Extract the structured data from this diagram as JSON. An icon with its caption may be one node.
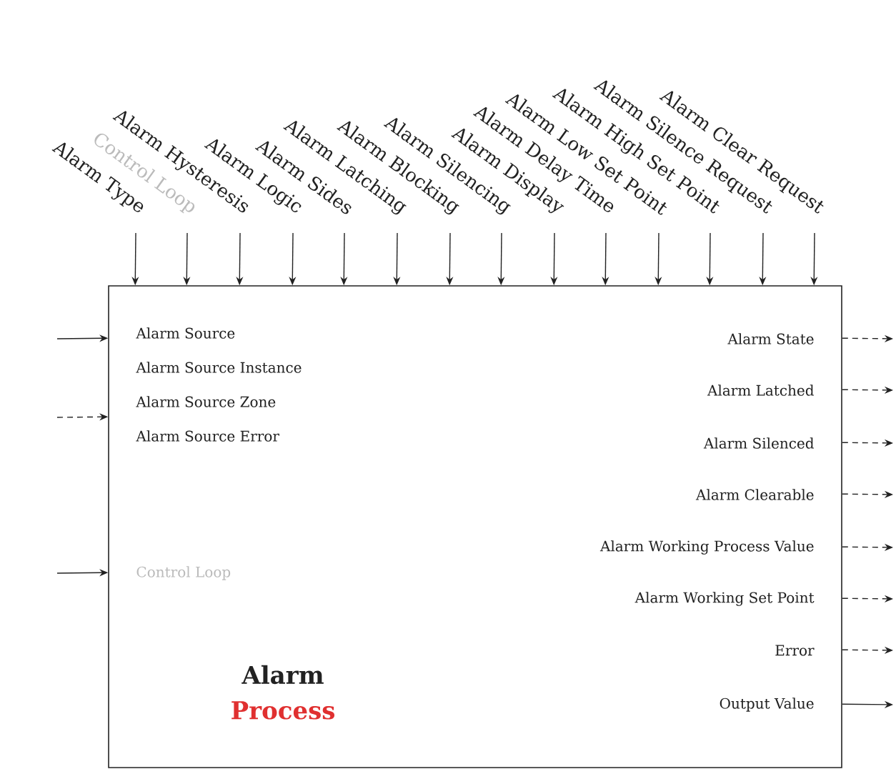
{
  "diagram": {
    "nodes": [
      {
        "text": [
          "Alarm Source",
          "Alarm Source Instance",
          "Alarm Source Zone",
          "Alarm Source Error",
          "Control Loop",
          "Alarm State",
          "Alarm Latched",
          "Alarm Silenced",
          "Alarm Clearable",
          "Alarm Working Process Value",
          "Alarm Working Set Point",
          "Error",
          "Output Value",
          "Alarm",
          "Process"
        ]
      },
      {
        "text": [
          "Alarm Type"
        ]
      },
      {
        "text": [
          "Control Loop"
        ]
      },
      {
        "text": [
          "Alarm Hysteresis"
        ]
      },
      {
        "text": [
          "Alarm Logic"
        ]
      },
      {
        "text": [
          "Alarm Sides"
        ]
      },
      {
        "text": [
          "Alarm Latching"
        ]
      },
      {
        "text": [
          "Alarm Blocking"
        ]
      },
      {
        "text": [
          "Alarm Silencing"
        ]
      },
      {
        "text": [
          "Alarm Display"
        ]
      },
      {
        "text": [
          "Alarm Delay Time"
        ]
      },
      {
        "text": [
          "Alarm Low Set Point"
        ]
      },
      {
        "text": [
          "Alarm High Set Point"
        ]
      },
      {
        "text": [
          "Alarm Silence Request"
        ]
      },
      {
        "text": [
          "Alarm Clear Request"
        ]
      }
    ],
    "edges": [
      {
        "from": 1,
        "to": 0,
        "arrow": "to"
      },
      {
        "from": 2,
        "to": 0,
        "arrow": "to"
      },
      {
        "from": 3,
        "to": 0,
        "arrow": "to"
      },
      {
        "from": 4,
        "to": 0,
        "arrow": "to"
      },
      {
        "from": 5,
        "to": 0,
        "arrow": "to"
      },
      {
        "from": 6,
        "to": 0,
        "arrow": "to"
      },
      {
        "from": 7,
        "to": 0,
        "arrow": "to"
      },
      {
        "from": 8,
        "to": 0,
        "arrow": "to"
      },
      {
        "from": 9,
        "to": 0,
        "arrow": "to"
      },
      {
        "from": 10,
        "to": 0,
        "arrow": "to"
      },
      {
        "from": 11,
        "to": 0,
        "arrow": "to"
      },
      {
        "from": 12,
        "to": 0,
        "arrow": "to"
      },
      {
        "from": 13,
        "to": 0,
        "arrow": "to"
      },
      {
        "from": 14,
        "to": 0,
        "arrow": "to"
      },
      {
        "from": null,
        "to": 0,
        "arrow": "to"
      },
      {
        "from": null,
        "to": 0,
        "arrow": "to",
        "style": "dashed"
      },
      {
        "from": null,
        "to": 0,
        "arrow": "to"
      },
      {
        "from": 0,
        "to": null,
        "arrow": "to",
        "style": "dashed"
      },
      {
        "from": 0,
        "to": null,
        "arrow": "to",
        "style": "dashed"
      },
      {
        "from": 0,
        "to": null,
        "arrow": "to",
        "style": "dashed"
      },
      {
        "from": 0,
        "to": null,
        "arrow": "to",
        "style": "dashed"
      },
      {
        "from": 0,
        "to": null,
        "arrow": "to",
        "style": "dashed"
      },
      {
        "from": 0,
        "to": null,
        "arrow": "to",
        "style": "dashed"
      },
      {
        "from": 0,
        "to": null,
        "arrow": "to",
        "style": "dashed"
      },
      {
        "from": 0,
        "to": null,
        "arrow": "to"
      }
    ]
  }
}
